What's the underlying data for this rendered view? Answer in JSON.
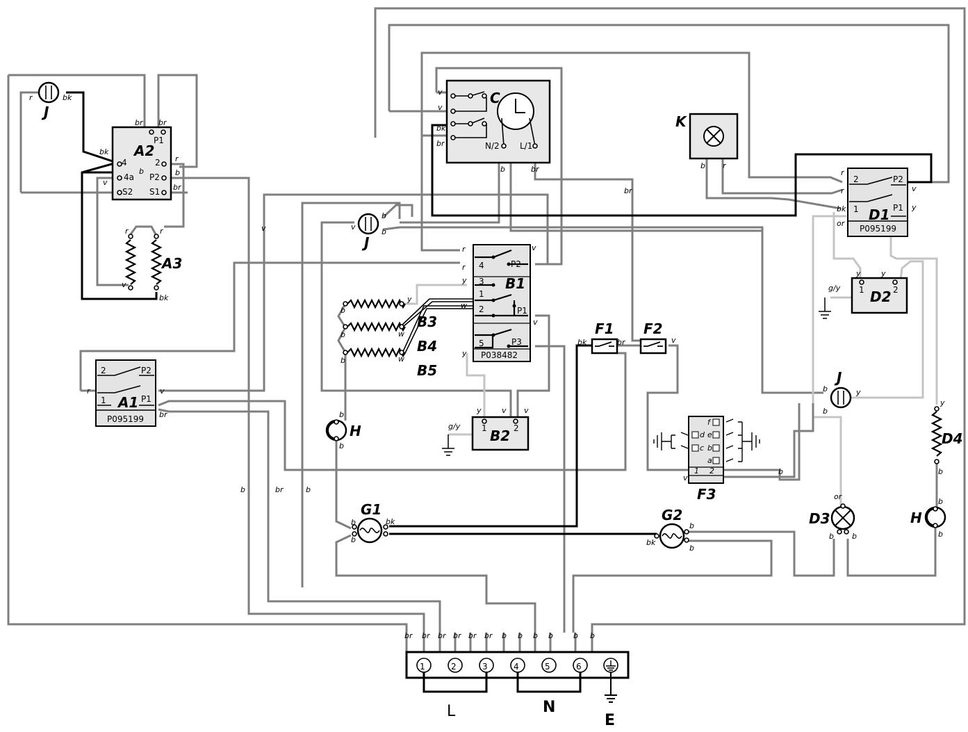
{
  "diagram": {
    "components": {
      "A1": "A1",
      "A2": "A2",
      "A3": "A3",
      "B1": "B1",
      "B2": "B2",
      "B3": "B3",
      "B4": "B4",
      "B5": "B5",
      "C": "C",
      "D1": "D1",
      "D2": "D2",
      "D3": "D3",
      "D4": "D4",
      "F1": "F1",
      "F2": "F2",
      "F3": "F3",
      "G1": "G1",
      "G2": "G2",
      "H": "H",
      "J": "J",
      "K": "K"
    },
    "part_numbers": {
      "a1": "P095199",
      "d1": "P095199",
      "b1": "P038482"
    },
    "terminals": {
      "p1": "P1",
      "p2": "P2",
      "p3": "P3",
      "s1": "S1",
      "s2": "S2",
      "t4": "4",
      "t4a": "4a",
      "t2": "2",
      "t1": "1",
      "t3": "3",
      "t5": "5",
      "n2": "N/2",
      "l1": "L/1",
      "fa": "a",
      "fb": "b",
      "fc": "c",
      "fd": "d",
      "fe": "e",
      "ff": "f"
    },
    "wire_codes": {
      "r": "r",
      "bk": "bk",
      "br": "br",
      "b": "b",
      "v": "v",
      "y": "y",
      "w": "w",
      "or": "or",
      "gy": "g/y"
    },
    "terminal_block": {
      "numbers": [
        "1",
        "2",
        "3",
        "4",
        "5",
        "6"
      ],
      "groups": {
        "live": "L",
        "neutral": "N",
        "earth": "E"
      },
      "wire_labels": [
        "br",
        "br",
        "br",
        "br",
        "br",
        "br",
        "b",
        "b",
        "b",
        "b",
        "b",
        "b"
      ]
    }
  }
}
